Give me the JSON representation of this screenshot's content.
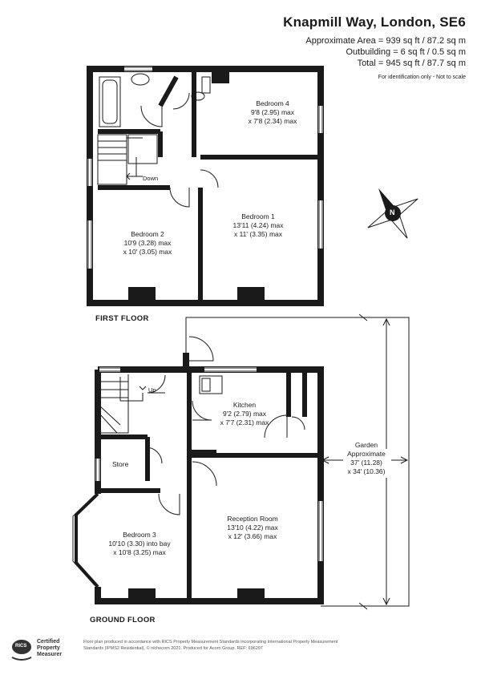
{
  "header": {
    "title": "Knapmill Way, London, SE6",
    "area_lines": [
      "Approximate Area = 939 sq ft / 87.2 sq m",
      "Outbuilding = 6 sq ft / 0.5 sq m",
      "Total = 945 sq ft / 87.7 sq m"
    ],
    "disclaimer": "For identification only - Not to scale"
  },
  "floors": {
    "first": "FIRST FLOOR",
    "ground": "GROUND FLOOR"
  },
  "rooms": {
    "bedroom4": [
      "Bedroom 4",
      "9'8 (2.95) max",
      "x 7'8 (2.34) max"
    ],
    "bedroom1": [
      "Bedroom 1",
      "13'11 (4.24) max",
      "x 11' (3.35) max"
    ],
    "bedroom2": [
      "Bedroom 2",
      "10'9 (3.28) max",
      "x 10' (3.05) max"
    ],
    "kitchen": [
      "Kitchen",
      "9'2 (2.79) max",
      "x 7'7 (2.31) max"
    ],
    "garden": [
      "Garden",
      "Approximate",
      "37' (11.28)",
      "x 34' (10.36)"
    ],
    "reception": [
      "Reception Room",
      "13'10 (4.22) max",
      "x 12' (3.66) max"
    ],
    "bedroom3": [
      "Bedroom 3",
      "10'10 (3.30) into bay",
      "x 10'8 (3.25) max"
    ],
    "store": "Store"
  },
  "stairs": {
    "down": "Down",
    "up": "Up"
  },
  "compass": {
    "letter": "N"
  },
  "footer": {
    "badge_lines": [
      "Certified",
      "Property",
      "Measurer"
    ],
    "badge_logo": "RICS",
    "text": "Floor plan produced in accordance with RICS Property Measurement Standards incorporating International Property Measurement Standards (IPMS2 Residential). © nichecom 2021. Produced for Acorn Group.   REF:  696297"
  },
  "colors": {
    "wall": "#1a1a1a",
    "text": "#1a1a1a"
  }
}
